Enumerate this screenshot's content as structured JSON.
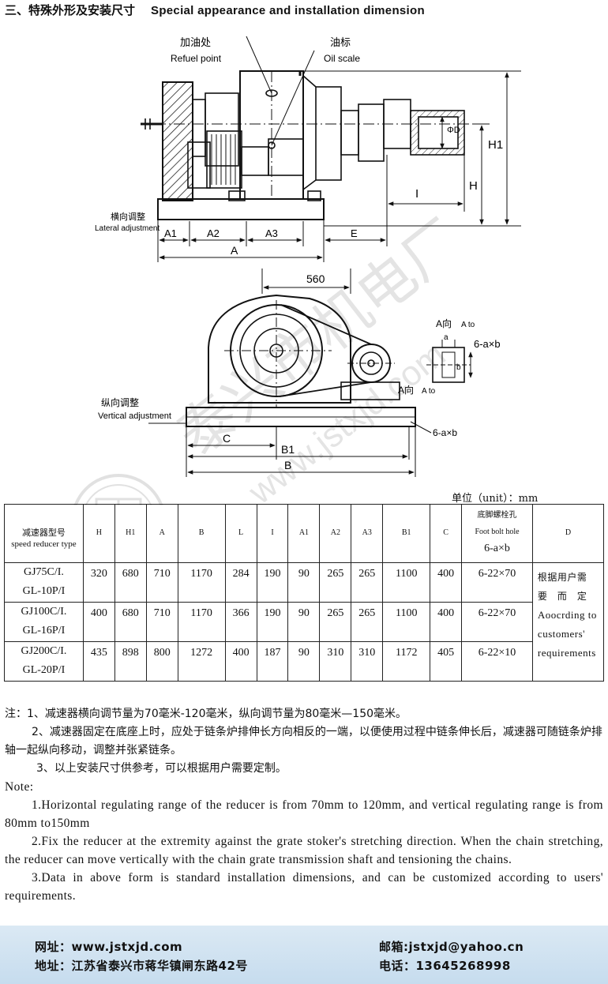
{
  "header": {
    "title_zh": "三、特殊外形及安装尺寸",
    "title_en": "Special appearance and installation dimension"
  },
  "diagram_top": {
    "refuel_zh": "加油处",
    "refuel_en": "Refuel point",
    "oil_zh": "油标",
    "oil_en": "Oil scale",
    "lateral_zh": "横向调整",
    "lateral_en": "Lateral adjustment",
    "dim_a1": "A1",
    "dim_a2": "A2",
    "dim_a3": "A3",
    "dim_e": "E",
    "dim_a": "A",
    "dim_i": "I",
    "dim_h": "H",
    "dim_h1": "H1",
    "dim_d": "ΦD"
  },
  "diagram_bottom": {
    "dim_560": "560",
    "vertical_zh": "纵向调整",
    "vertical_en": "Vertical adjustment",
    "dim_c": "C",
    "dim_b1": "B1",
    "dim_b": "B",
    "view_a_zh": "A向",
    "view_a_en": "A to",
    "hole_label": "6-a×b",
    "detail_a": "a",
    "detail_b": "b"
  },
  "watermark": {
    "text": "泰兴市机电厂",
    "url": "www.jstxjd.com"
  },
  "table": {
    "unit": "单位（unit）：mm",
    "headers": {
      "type_zh": "减速器型号",
      "type_en": "speed reducer type",
      "h": "H",
      "h1": "H1",
      "a": "A",
      "b": "B",
      "l": "L",
      "i": "I",
      "a1": "A1",
      "a2": "A2",
      "a3": "A3",
      "b1": "B1",
      "c": "C",
      "bolt_zh": "底脚螺栓孔",
      "bolt_en": "Foot bolt hole",
      "bolt_fmt": "6-a×b",
      "d": "D"
    },
    "rows": [
      {
        "type1": "GJ75C/I.",
        "type2": "GL-10P/I",
        "h": "320",
        "h1": "680",
        "a": "710",
        "b": "1170",
        "l": "284",
        "i": "190",
        "a1": "90",
        "a2": "265",
        "a3": "265",
        "b1": "1100",
        "c": "400",
        "bolt": "6-22×70"
      },
      {
        "type1": "GJ100C/I.",
        "type2": "GL-16P/I",
        "h": "400",
        "h1": "680",
        "a": "710",
        "b": "1170",
        "l": "366",
        "i": "190",
        "a1": "90",
        "a2": "265",
        "a3": "265",
        "b1": "1100",
        "c": "400",
        "bolt": "6-22×70"
      },
      {
        "type1": "GJ200C/I.",
        "type2": "GL-20P/I",
        "h": "435",
        "h1": "898",
        "a": "800",
        "b": "1272",
        "l": "400",
        "i": "187",
        "a1": "90",
        "a2": "310",
        "a3": "310",
        "b1": "1172",
        "c": "405",
        "bolt": "6-22×10"
      }
    ],
    "d_value": {
      "zh1": "根据用户需",
      "zh2": "要　而　定",
      "en1": "Aoocrding to",
      "en2": "customers'",
      "en3": "requirements"
    }
  },
  "notes": {
    "zh1": "注：1、减速器横向调节量为70毫米-120毫米，纵向调节量为80毫米—150毫米。",
    "zh2": "2、减速器固定在底座上时，应处于链条炉排伸长方向相反的一端，以便使用过程中链条伸长后，减速器可随链条炉排轴一起纵向移动，调整并张紧链条。",
    "zh3": "3、以上安装尺寸供参考，可以根据用户需要定制。",
    "en_title": "Note:",
    "en1": "1.Horizontal regulating range of the reducer is from 70mm to 120mm, and vertical regulating range is from 80mm to150mm",
    "en2": "2.Fix the reducer at the extremity against the grate stoker's stretching direction. When the chain stretching, the reducer can move vertically with the chain grate transmission shaft and tensioning the chains.",
    "en3": "3.Data in above form is standard installation dimensions, and can be customized according to users' requirements."
  },
  "footer": {
    "web": "网址：www.jstxjd.com",
    "email": "邮箱:jstxjd@yahoo.cn",
    "address": "地址：江苏省泰兴市蒋华镇闸东路42号",
    "phone": "电话：13645268998"
  }
}
